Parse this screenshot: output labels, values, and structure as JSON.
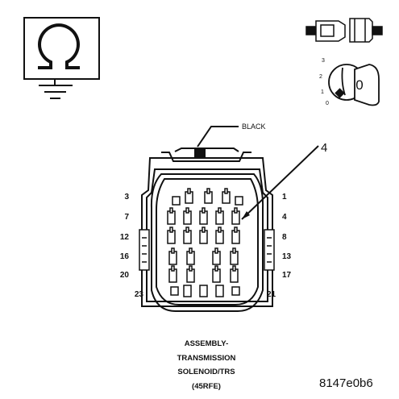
{
  "symbols": {
    "ohmmeter_icon": "ohmmeter-symbol",
    "connector_icon": "connector-disconnect-symbol",
    "ignition_icon": "ignition-key-symbol"
  },
  "ignition_key": {
    "positions": [
      "3",
      "2",
      "1",
      "0"
    ],
    "selected": "0"
  },
  "connector": {
    "color_label": "BLACK",
    "callout_number": "4",
    "pin_labels_left": [
      "3",
      "7",
      "12",
      "16",
      "20",
      "23"
    ],
    "pin_labels_right": [
      "1",
      "4",
      "8",
      "13",
      "17",
      "21"
    ]
  },
  "caption": {
    "line1": "ASSEMBLY-",
    "line2": "TRANSMISSION",
    "line3": "SOLENOID/TRS",
    "line4": "(45RFE)"
  },
  "figure_id": "8147e0b6"
}
